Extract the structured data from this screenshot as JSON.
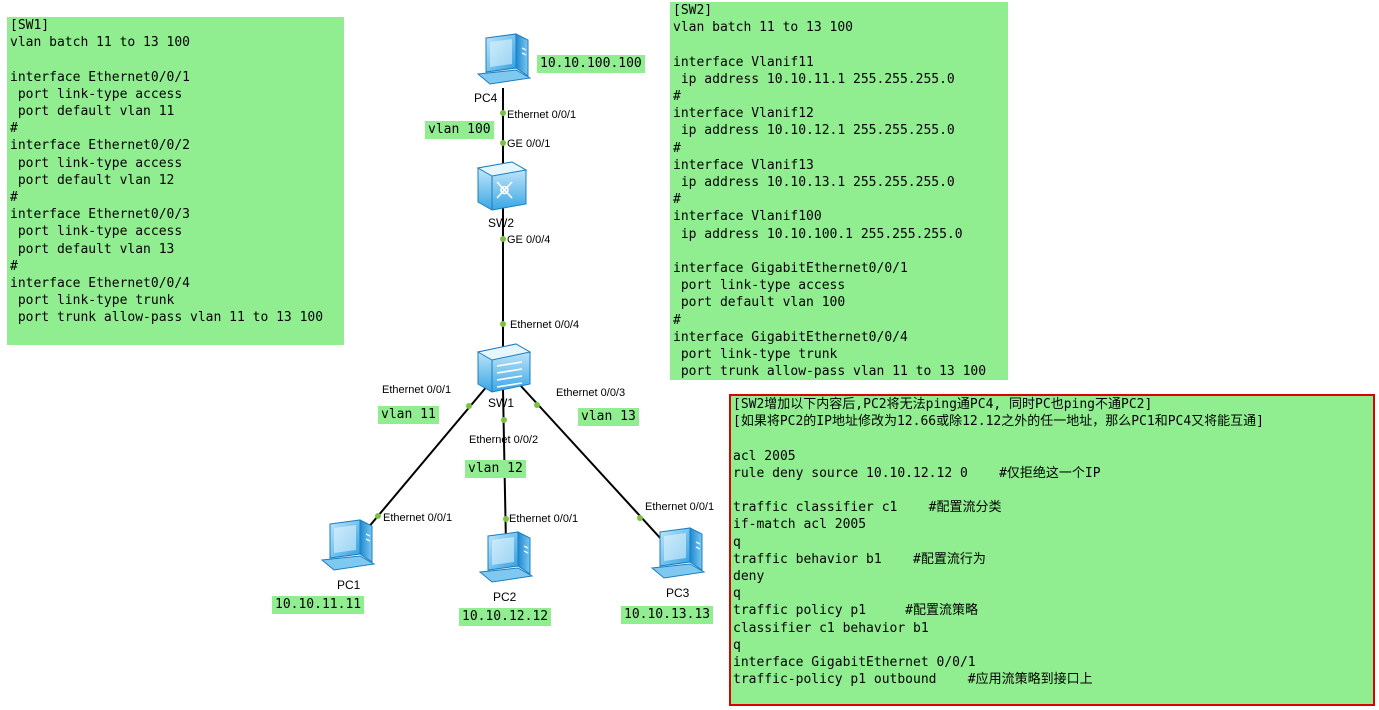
{
  "sw1_config": "[SW1]\nvlan batch 11 to 13 100\n\ninterface Ethernet0/0/1\n port link-type access\n port default vlan 11\n#\ninterface Ethernet0/0/2\n port link-type access\n port default vlan 12\n#\ninterface Ethernet0/0/3\n port link-type access\n port default vlan 13\n#\ninterface Ethernet0/0/4\n port link-type trunk\n port trunk allow-pass vlan 11 to 13 100",
  "sw2_config": "[SW2]\nvlan batch 11 to 13 100\n\ninterface Vlanif11\n ip address 10.10.11.1 255.255.255.0\n#\ninterface Vlanif12\n ip address 10.10.12.1 255.255.255.0\n#\ninterface Vlanif13\n ip address 10.10.13.1 255.255.255.0\n#\ninterface Vlanif100\n ip address 10.10.100.1 255.255.255.0\n\ninterface GigabitEthernet0/0/1\n port link-type access\n port default vlan 100\n#\ninterface GigabitEthernet0/0/4\n port link-type trunk\n port trunk allow-pass vlan 11 to 13 100",
  "acl_config": "[SW2增加以下内容后,PC2将无法ping通PC4, 同时PC也ping不通PC2]\n[如果将PC2的IP地址修改为12.66或除12.12之外的任一地址，那么PC1和PC4又将能互通]\n\nacl 2005\nrule deny source 10.10.12.12 0    #仅拒绝这一个IP\n\ntraffic classifier c1    #配置流分类\nif-match acl 2005\nq\ntraffic behavior b1    #配置流行为\ndeny\nq\ntraffic policy p1     #配置流策略\nclassifier c1 behavior b1\nq\ninterface GigabitEthernet 0/0/1\ntraffic-policy p1 outbound    #应用流策略到接口上",
  "devices": {
    "pc4": {
      "name": "PC4",
      "ip": "10.10.100.100"
    },
    "sw2": {
      "name": "SW2"
    },
    "sw1": {
      "name": "SW1"
    },
    "pc1": {
      "name": "PC1",
      "ip": "10.10.11.11"
    },
    "pc2": {
      "name": "PC2",
      "ip": "10.10.12.12"
    },
    "pc3": {
      "name": "PC3",
      "ip": "10.10.13.13"
    }
  },
  "vlans": {
    "v100": "vlan 100",
    "v11": "vlan 11",
    "v12": "vlan 12",
    "v13": "vlan 13"
  },
  "ports": {
    "pc4_eth": "Ethernet 0/0/1",
    "sw2_ge1": "GE 0/0/1",
    "sw2_ge4": "GE 0/0/4",
    "sw1_eth4": "Ethernet 0/0/4",
    "sw1_eth1": "Ethernet 0/0/1",
    "sw1_eth2": "Ethernet 0/0/2",
    "sw1_eth3": "Ethernet 0/0/3",
    "pc1_eth": "Ethernet 0/0/1",
    "pc2_eth": "Ethernet 0/0/1",
    "pc3_eth": "Ethernet 0/0/1"
  },
  "colors": {
    "note_bg": "#90ee90",
    "link": "#000000",
    "port_dot": "#7cc242",
    "highlight_border": "#dd0000",
    "device_blue": "#2f9fe0"
  }
}
